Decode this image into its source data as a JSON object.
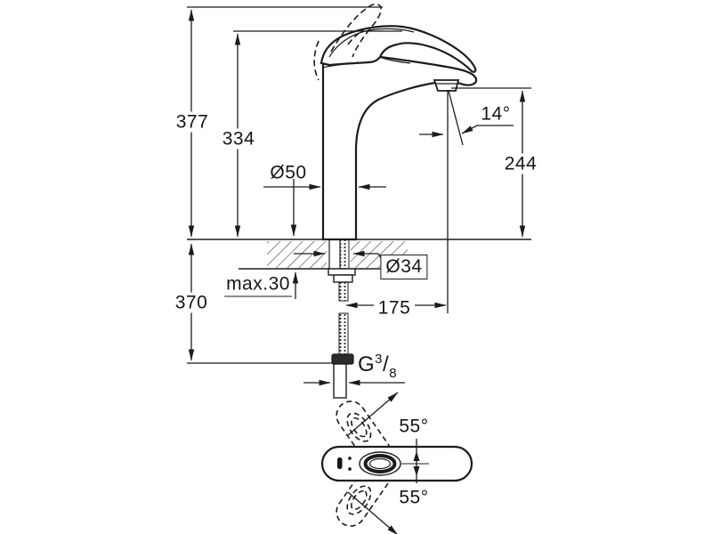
{
  "drawing": {
    "labels": {
      "overall_height": "377",
      "spout_top_height": "334",
      "body_diameter": "Ø50",
      "aerator_angle": "14°",
      "outlet_height": "244",
      "hole_diameter": "Ø34",
      "max_deck_thickness": "max.30",
      "under_deck_length": "370",
      "spout_reach": "175",
      "thread": {
        "prefix": "G",
        "numerator": "3",
        "slash": "/",
        "denominator": "8"
      },
      "swivel_upper": "55°",
      "swivel_lower": "55°"
    },
    "line_color": "#1c1c1c"
  }
}
